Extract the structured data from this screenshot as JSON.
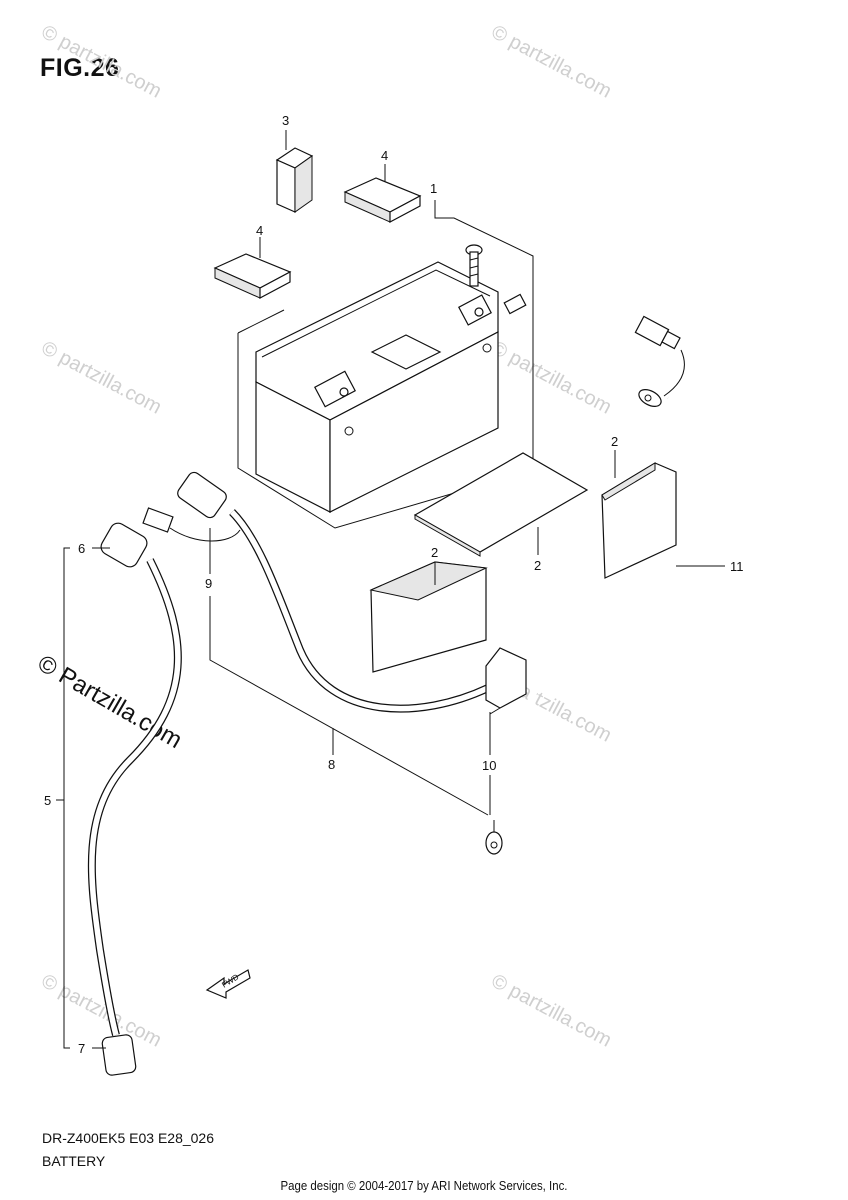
{
  "figure": {
    "title": "FIG.26",
    "model_code": "DR-Z400EK5  E03  E28_026",
    "caption": "BATTERY"
  },
  "footer": {
    "copyright": "Page design © 2004-2017 by ARI Network Services, Inc."
  },
  "watermark": {
    "main": "© Partzilla.com",
    "faint": "© partzilla.com"
  },
  "direction_marker": "FWD",
  "callouts": {
    "c1": "1",
    "c2a": "2",
    "c2b": "2",
    "c2c": "2",
    "c3": "3",
    "c4a": "4",
    "c4b": "4",
    "c5": "5",
    "c6": "6",
    "c7": "7",
    "c8": "8",
    "c9": "9",
    "c10": "10",
    "c11": "11"
  }
}
